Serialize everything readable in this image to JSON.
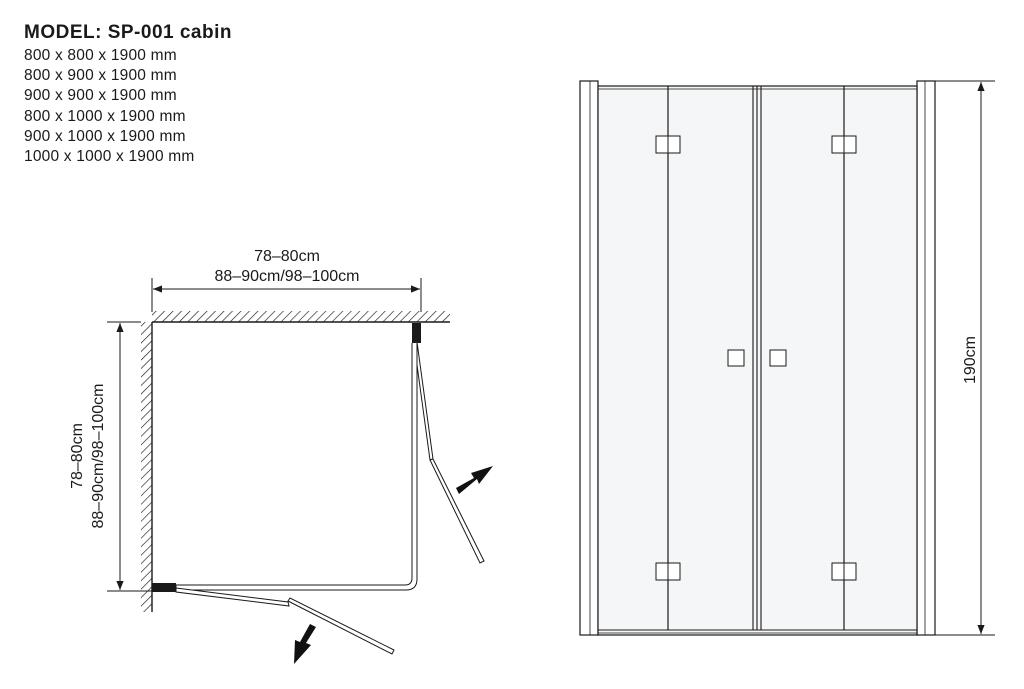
{
  "header": {
    "model_title": "MODEL: SP-001 cabin",
    "sizes": [
      "800 x 800 x 1900 mm",
      "800 x 900 x 1900 mm",
      "900 x 900 x 1900 mm",
      "800 x 1000 x 1900 mm",
      "900 x 1000 x 1900 mm",
      "1000 x 1000 x 1900 mm"
    ]
  },
  "plan_view": {
    "width_label_1": "78–80cm",
    "width_label_2": "88–90cm/98–100cm",
    "depth_label_1": "78–80cm",
    "depth_label_2": "88–90cm/98–100cm"
  },
  "elevation_view": {
    "height_label": "190cm"
  },
  "colors": {
    "line": "#1a1a1a",
    "glass_fill": "#f4f6f7"
  }
}
